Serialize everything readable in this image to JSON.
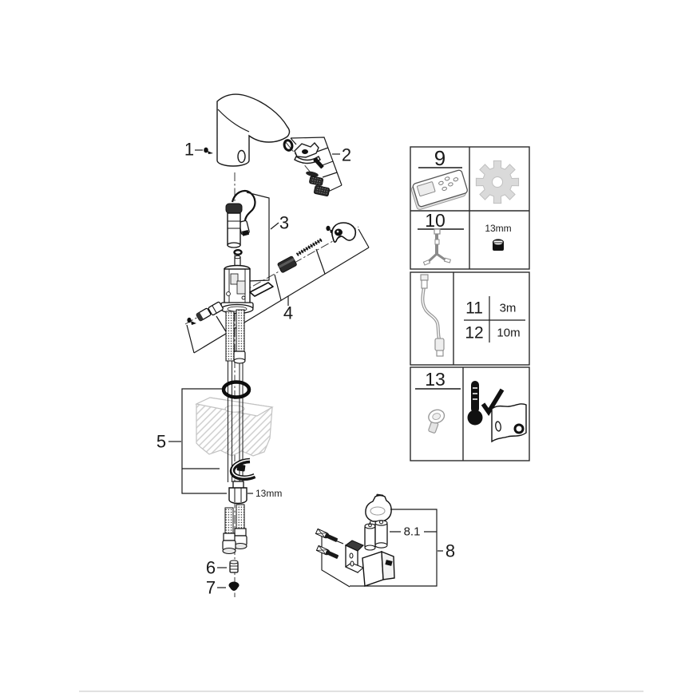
{
  "diagram": {
    "type": "exploded-parts-diagram",
    "subject": "sensor-faucet",
    "callouts": {
      "p1": "1",
      "p2": "2",
      "p3": "3",
      "p4": "4",
      "p5": "5",
      "p6": "6",
      "p7": "7",
      "p8": "8",
      "p8_1": "8.1"
    },
    "annotations": {
      "nut_size": "13mm"
    },
    "legend": {
      "row1": {
        "number": "9",
        "item_icon": "remote-control-icon",
        "note_icon": "gear-icon"
      },
      "row2": {
        "number": "10",
        "item_icon": "mounting-tool-icon",
        "size_label": "13mm",
        "note_icon": "hex-nut-icon"
      },
      "row3": {
        "item_icon": "extension-cable-icon",
        "options": [
          {
            "number": "11",
            "length": "3m"
          },
          {
            "number": "12",
            "length": "10m"
          }
        ]
      },
      "row4": {
        "number": "13",
        "item_icon": "plug-icon",
        "note_icons": [
          "thermometer-check-icon",
          "protective-cover-icon"
        ]
      }
    },
    "colors": {
      "line": "#1a1a1a",
      "light_line": "#c2c2c2",
      "gear_fill": "#dadada",
      "footer_line": "#d9d9d9"
    }
  }
}
